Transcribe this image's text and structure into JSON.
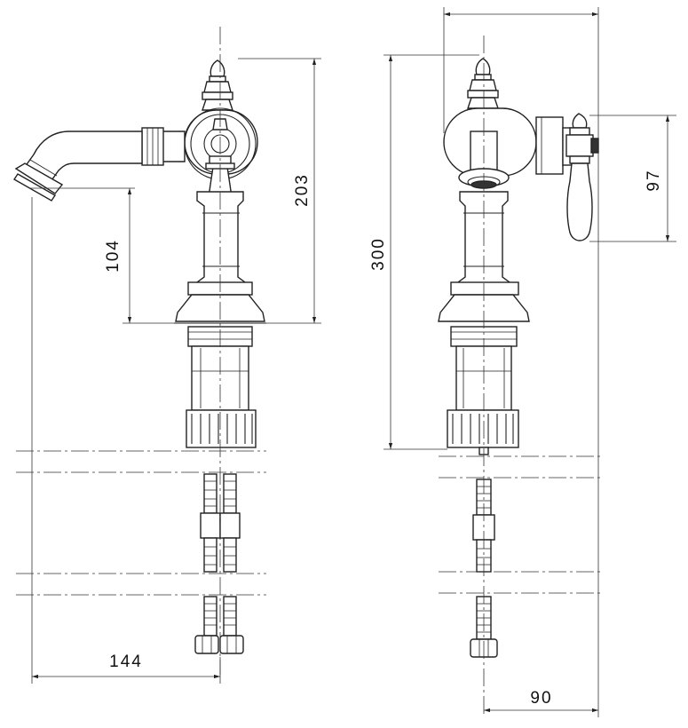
{
  "dimensions": {
    "side_spout_reach": "144",
    "side_spout_height": "104",
    "side_body_height": "203",
    "total_height": "300",
    "handle_height": "97",
    "handle_offset": "90"
  }
}
